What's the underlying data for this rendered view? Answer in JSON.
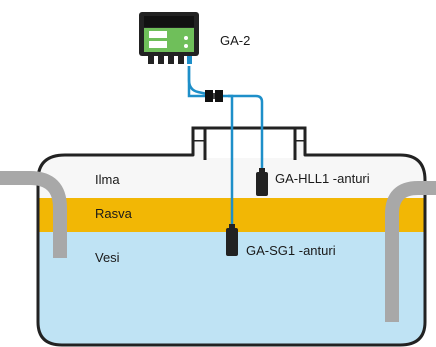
{
  "device": {
    "label": "GA-2"
  },
  "layers": {
    "air": "Ilma",
    "grease": "Rasva",
    "water": "Vesi"
  },
  "sensors": {
    "hll1": "GA-HLL1 -anturi",
    "sg1": "GA-SG1 -anturi"
  },
  "colors": {
    "grease": "#f2b705",
    "water": "#bfe3f4",
    "air": "#f7f7f7",
    "cable": "#1e8fc9",
    "tank_outline": "#222222",
    "pipe": "#a8a8a8",
    "device_green": "#6fbf5a"
  }
}
